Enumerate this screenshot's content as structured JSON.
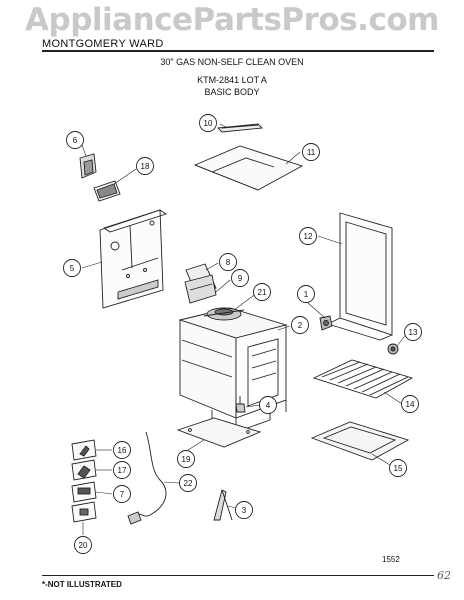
{
  "watermark": "AppliancePartsPros.com",
  "header": {
    "brand": "MONTGOMERY WARD",
    "title_line1": "30\" GAS NON-SELF CLEAN OVEN",
    "title_line2": "KTM-2841 LOT A",
    "title_line3": "BASIC BODY"
  },
  "callouts": {
    "p1": "1",
    "p2": "2",
    "p3": "3",
    "p4": "4",
    "p5": "5",
    "p6": "6",
    "p7": "7",
    "p8": "8",
    "p9": "9",
    "p10": "10",
    "p11": "11",
    "p12": "12",
    "p13": "13",
    "p14": "14",
    "p15": "15",
    "p16": "16",
    "p17": "17",
    "p18": "18",
    "p19": "19",
    "p20": "20",
    "p21": "21",
    "p22": "22"
  },
  "footer": {
    "diagram_code": "1552",
    "handwritten_mark": "62",
    "note": "*-NOT ILLUSTRATED"
  }
}
